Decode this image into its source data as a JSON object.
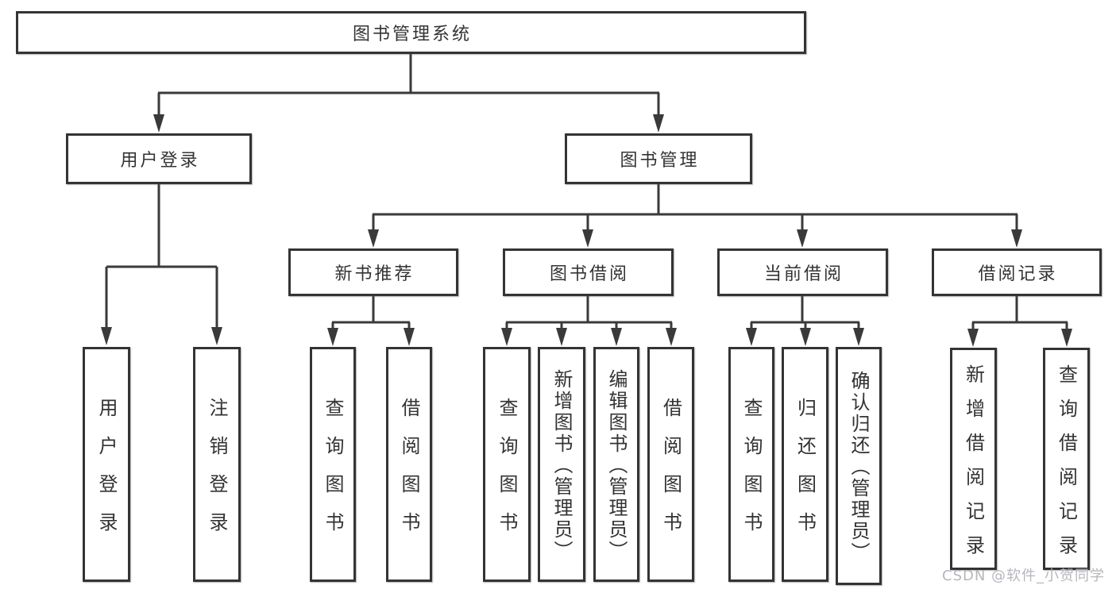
{
  "diagram_title": "图书管理系统",
  "colors": {
    "line": "#3a3a3a",
    "box_border": "#343434",
    "text": "#333333",
    "watermark_gray": "#b2b2ba",
    "background": "#ffffff"
  },
  "tree": {
    "root": {
      "label": "图书管理系统",
      "children": [
        {
          "label": "用户登录",
          "children": [
            {
              "label": "用户登录"
            },
            {
              "label": "注销登录"
            }
          ]
        },
        {
          "label": "图书管理",
          "children": [
            {
              "label": "新书推荐",
              "children": [
                {
                  "label": "查询图书"
                },
                {
                  "label": "借阅图书"
                }
              ]
            },
            {
              "label": "图书借阅",
              "children": [
                {
                  "label": "查询图书"
                },
                {
                  "label": "新增图书（管理员）"
                },
                {
                  "label": "编辑图书（管理员）"
                },
                {
                  "label": "借阅图书"
                }
              ]
            },
            {
              "label": "当前借阅",
              "children": [
                {
                  "label": "查询图书"
                },
                {
                  "label": "归还图书"
                },
                {
                  "label": "确认归还（管理员）"
                }
              ]
            },
            {
              "label": "借阅记录",
              "children": [
                {
                  "label": "新增借阅记录"
                },
                {
                  "label": "查询借阅记录"
                }
              ]
            }
          ]
        }
      ]
    }
  },
  "watermark": {
    "text": "CSDN @软件_小贺同学"
  }
}
